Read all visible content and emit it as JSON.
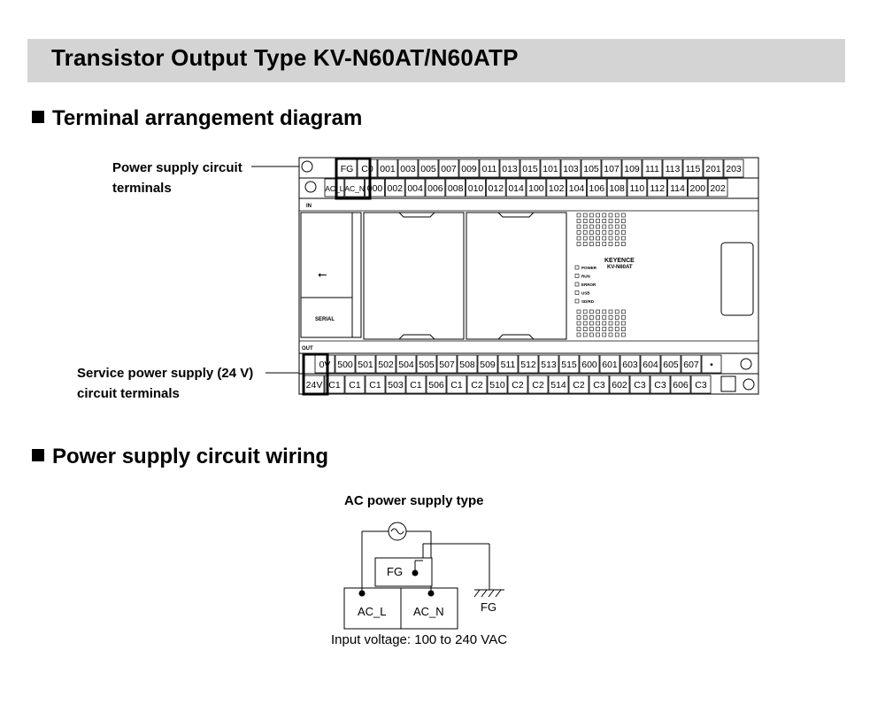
{
  "title": "Transistor Output Type KV-N60AT/N60ATP",
  "sections": {
    "terminal_arrangement": "Terminal arrangement diagram",
    "power_wiring": "Power supply circuit wiring"
  },
  "callouts": {
    "power_supply_line1": "Power supply circuit",
    "power_supply_line2": "terminals",
    "service_power_line1": "Service power supply (24 V)",
    "service_power_line2": "circuit terminals"
  },
  "plc": {
    "brand": "KEYENCE",
    "model": "KV-N60AT",
    "serial_label": "SERIAL",
    "in_label": "IN",
    "out_label": "OUT",
    "status_leds": [
      "POWER",
      "RUN",
      "ERROR",
      "USB",
      "SD/RD"
    ],
    "top_row1": [
      "FG",
      "C0",
      "001",
      "003",
      "005",
      "007",
      "009",
      "011",
      "013",
      "015",
      "101",
      "103",
      "105",
      "107",
      "109",
      "111",
      "113",
      "115",
      "201",
      "203"
    ],
    "top_row2": [
      "AC_L",
      "AC_N",
      "000",
      "002",
      "004",
      "006",
      "008",
      "010",
      "012",
      "014",
      "100",
      "102",
      "104",
      "106",
      "108",
      "110",
      "112",
      "114",
      "200",
      "202"
    ],
    "bottom_row1": [
      "0V",
      "500",
      "501",
      "502",
      "504",
      "505",
      "507",
      "508",
      "509",
      "511",
      "512",
      "513",
      "515",
      "600",
      "601",
      "603",
      "604",
      "605",
      "607",
      "•"
    ],
    "bottom_row2": [
      "24V",
      "C1",
      "C1",
      "C1",
      "503",
      "C1",
      "506",
      "C1",
      "C2",
      "510",
      "C2",
      "C2",
      "514",
      "C2",
      "C3",
      "602",
      "C3",
      "C3",
      "606",
      "C3"
    ]
  },
  "wiring": {
    "heading": "AC power supply type",
    "fg_box": "FG",
    "ac_l": "AC_L",
    "ac_n": "AC_N",
    "ground_label": "FG",
    "caption": "Input voltage: 100 to 240 VAC"
  }
}
